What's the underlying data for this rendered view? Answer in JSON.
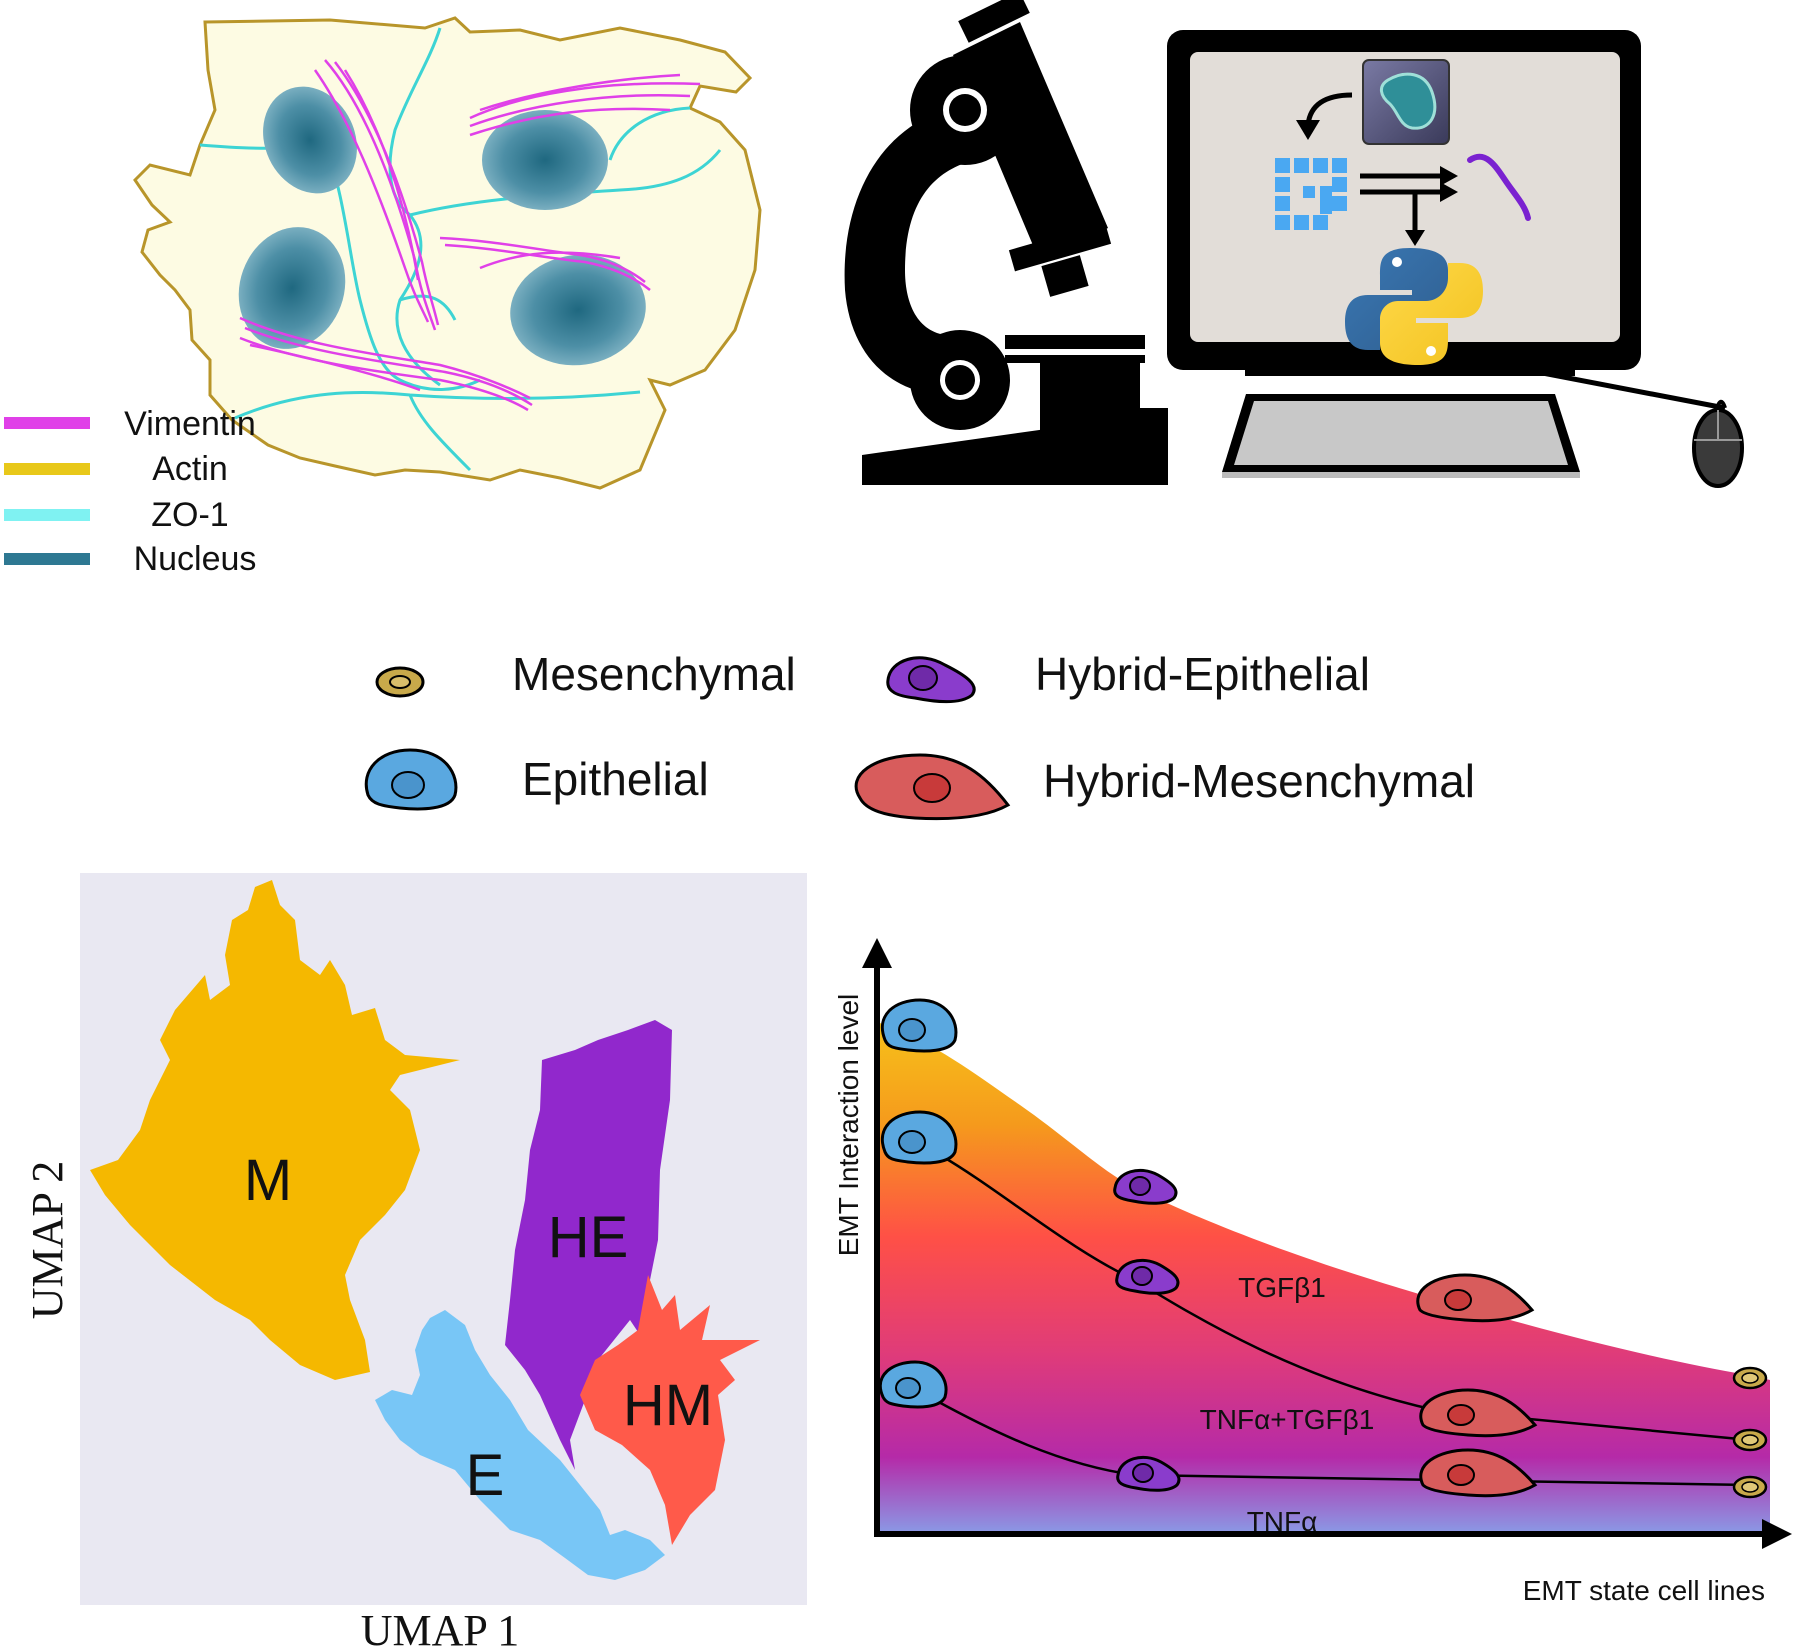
{
  "markers_legend": {
    "items": [
      {
        "label": "Vimentin",
        "color": "#e040e8"
      },
      {
        "label": "Actin",
        "color": "#e8c81a"
      },
      {
        "label": "ZO-1",
        "color": "#7ff2f2"
      },
      {
        "label": "Nucleus",
        "color": "#2e7892"
      }
    ]
  },
  "cell_type_legend": {
    "items": [
      {
        "label": "Mesenchymal",
        "color": "#c8a94a"
      },
      {
        "label": "Hybrid-Epithelial",
        "color": "#8a3ccc"
      },
      {
        "label": "Epithelial",
        "color": "#5aa8e0"
      },
      {
        "label": "Hybrid-Mesenchymal",
        "color": "#d85c5c"
      }
    ]
  },
  "umap": {
    "x_label": "UMAP 1",
    "y_label": "UMAP 2",
    "clusters": [
      {
        "label": "M",
        "color": "#f5b800"
      },
      {
        "label": "HE",
        "color": "#9128cc"
      },
      {
        "label": "HM",
        "color": "#ff5a4a"
      },
      {
        "label": "E",
        "color": "#78c6f6"
      }
    ]
  },
  "interaction_plot": {
    "x_label": "EMT state cell lines",
    "y_label": "EMT Interaction level",
    "regions": [
      "TGFβ1",
      "TNFα+TGFβ1",
      "TNFα"
    ]
  },
  "icons": [
    "microscope-icon",
    "monitor-icon",
    "fiji-icon",
    "python-icon",
    "mouse-icon"
  ]
}
